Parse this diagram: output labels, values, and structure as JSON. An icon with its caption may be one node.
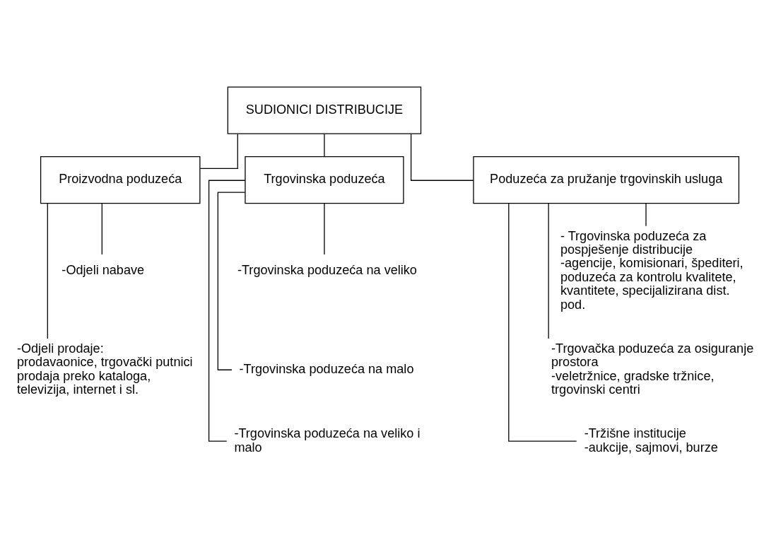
{
  "diagram": {
    "nodes": [
      {
        "text": [
          "SUDIONICI DISTRIBUCIJE"
        ]
      },
      {
        "text": [
          "Proizvodna poduzeća"
        ]
      },
      {
        "text": [
          "Trgovinska poduzeća"
        ]
      },
      {
        "text": [
          "Poduzeća za pružanje trgovinskih usluga"
        ]
      },
      {
        "text": [
          "-Odjeli nabave"
        ]
      },
      {
        "text": [
          "-Odjeli prodaje:",
          "prodavaonice, trgovački putnici prodaja preko kataloga, televizija, internet i sl."
        ]
      },
      {
        "text": [
          "-Trgovinska poduzeća na veliko"
        ]
      },
      {
        "text": [
          "-Trgovinska poduzeća na malo"
        ]
      },
      {
        "text": [
          "-Trgovinska poduzeća na veliko i malo"
        ]
      },
      {
        "text": [
          "- Trgovinska poduzeća za pospješenje distribucije",
          "-agencije, komisionari, špediteri, poduzeća za kontrolu kvalitete, kvantitete, specijalizirana dist. pod."
        ]
      },
      {
        "text": [
          "-Trgovačka poduzeća za osiguranje prostora",
          "-veletržnice, gradske tržnice, trgovinski centri"
        ]
      },
      {
        "text": [
          "-Tržišne institucije",
          "-aukcije, sajmovi, burze"
        ]
      }
    ],
    "edges": [
      {
        "from": 0,
        "to": 1,
        "arrow": "none"
      },
      {
        "from": 0,
        "to": 2,
        "arrow": "none"
      },
      {
        "from": 0,
        "to": 3,
        "arrow": "none"
      },
      {
        "from": 1,
        "to": 4,
        "arrow": "none"
      },
      {
        "from": 1,
        "to": 5,
        "arrow": "none"
      },
      {
        "from": 2,
        "to": 6,
        "arrow": "none"
      },
      {
        "from": 2,
        "to": 7,
        "arrow": "none"
      },
      {
        "from": 2,
        "to": 8,
        "arrow": "none"
      },
      {
        "from": 3,
        "to": 9,
        "arrow": "none"
      },
      {
        "from": 3,
        "to": 10,
        "arrow": "none"
      },
      {
        "from": 3,
        "to": 11,
        "arrow": "none"
      }
    ]
  }
}
